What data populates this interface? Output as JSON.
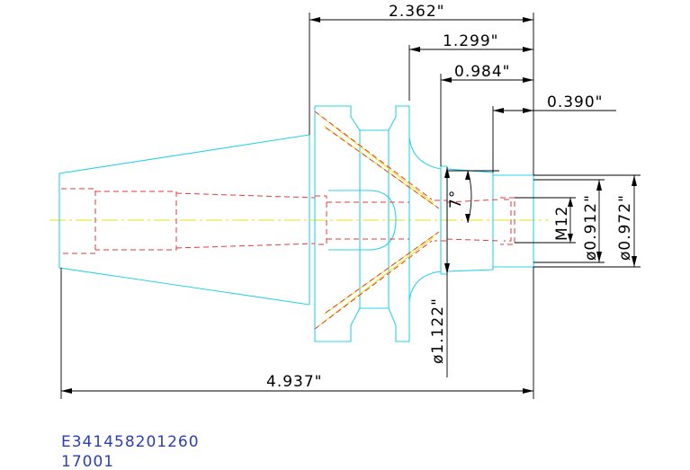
{
  "dimensions": {
    "overall_length": "4.937\"",
    "flange_to_end": "2.362\"",
    "dim_1299": "1.299\"",
    "dim_0984": "0.984\"",
    "dim_0390": "0.390\"",
    "thread": "M12",
    "dia_0912": "ø0.912\"",
    "dia_0972": "ø0.972\"",
    "dia_1122": "ø1.122\"",
    "angle": "7°"
  },
  "part_code": "E341458201260",
  "part_number": "17001",
  "colors": {
    "outline": "#29d3e6",
    "hidden": "#e63b3b",
    "center": "#e8e01a",
    "dimension": "#000000",
    "code_text": "#2a3fb5"
  }
}
